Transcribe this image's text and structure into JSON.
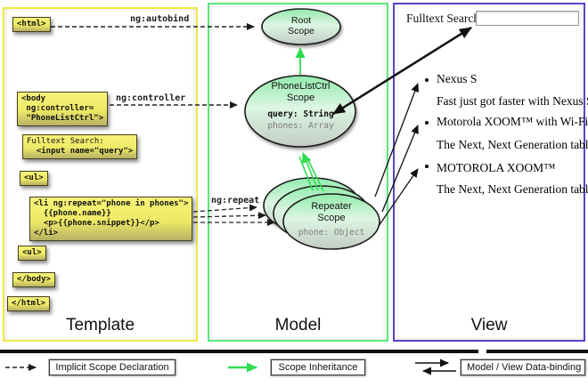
{
  "template_column": {
    "label": "Template",
    "boxes": {
      "html_open": "<html>",
      "body_open": "<body\n ng:controller=\n \"PhoneListCtrl\">",
      "fulltext_line1": "Fulltext Search:",
      "fulltext_line2": "  <input name=\"query\">",
      "ul_open": "<ul>",
      "li_repeat": "<li ng:repeat=\"phone in phones\">\n  {{phone.name}}\n  <p>{{phone.snippet}}</p>\n</li>",
      "ul_close": "<ul>",
      "body_close": "</body>",
      "html_close": "</html>"
    }
  },
  "model_column": {
    "label": "Model",
    "root_scope": {
      "line1": "Root",
      "line2": "Scope"
    },
    "phonelist_scope": {
      "line1": "PhoneListCtrl",
      "line2": "Scope",
      "prop1": "query: String",
      "prop2": "phones: Array"
    },
    "repeater_scope": {
      "line1": "Repeater",
      "line2": "Scope",
      "prop1": "phone: Object"
    }
  },
  "view_column": {
    "label": "View",
    "search_label": "Fulltext Search:",
    "search_value": "",
    "items": [
      {
        "title": "Nexus S",
        "snippet": "Fast just got faster with Nexus S."
      },
      {
        "title": "Motorola XOOM™ with Wi-Fi",
        "snippet": "The Next, Next Generation tablet."
      },
      {
        "title": "MOTOROLA XOOM™",
        "snippet": "The Next, Next Generation tablet."
      }
    ]
  },
  "connectors": {
    "autobind": "ng:autobind",
    "controller": "ng:controller",
    "repeat": "ng:repeat"
  },
  "legend": {
    "implicit": "Implicit Scope Declaration",
    "inheritance": "Scope Inheritance",
    "databinding": "Model / View Data-binding"
  },
  "colors": {
    "template_border": "#eeea45",
    "model_border": "#5ce87f",
    "view_border": "#5a43c8",
    "scope_green": "#93ebac",
    "inheritance_arrow": "#2ddd4f",
    "code_box_yellow": "#f6f379"
  }
}
